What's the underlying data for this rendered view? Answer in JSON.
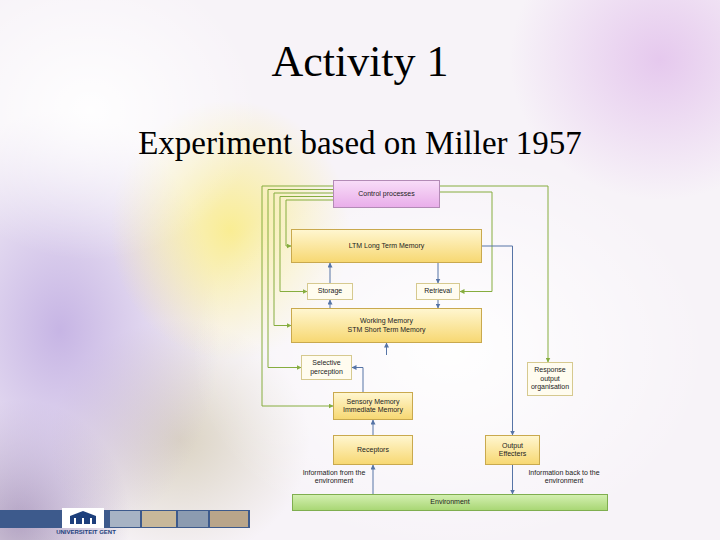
{
  "diagram": {
    "title": "Activity 1",
    "nodes": [
      {
        "text": [
          "Control processes"
        ]
      },
      {
        "text": [
          "LTM Long Term Memory"
        ]
      },
      {
        "text": [
          "Storage"
        ]
      },
      {
        "text": [
          "Retrieval"
        ]
      },
      {
        "text": [
          "Working Memory",
          "STM Short Term Memory"
        ]
      },
      {
        "text": [
          "Selective perception"
        ]
      },
      {
        "text": [
          "Response output organisation"
        ]
      },
      {
        "text": [
          "Sensory Memory",
          "Immediate Memory"
        ]
      },
      {
        "text": [
          "Receptors"
        ]
      },
      {
        "text": [
          "Output Effecters"
        ]
      },
      {
        "text": [
          "Environment"
        ]
      }
    ],
    "edges": [
      {
        "from": 0,
        "to": 7,
        "arrow": "to"
      },
      {
        "from": 0,
        "to": 5,
        "arrow": "to"
      },
      {
        "from": 0,
        "to": 4,
        "arrow": "to"
      },
      {
        "from": 0,
        "to": 2,
        "arrow": "to"
      },
      {
        "from": 0,
        "to": 1,
        "arrow": "to"
      },
      {
        "from": 0,
        "to": 3,
        "arrow": "to"
      },
      {
        "from": 0,
        "to": 6,
        "arrow": "to"
      },
      {
        "from": 10,
        "to": 8,
        "arrow": "to"
      },
      {
        "from": 8,
        "to": 7,
        "arrow": "to"
      },
      {
        "from": 7,
        "to": 5,
        "arrow": "to"
      },
      {
        "from": 5,
        "to": 4,
        "arrow": "to"
      },
      {
        "from": 4,
        "to": 2,
        "arrow": "to"
      },
      {
        "from": 2,
        "to": 1,
        "arrow": "to"
      },
      {
        "from": 1,
        "to": 3,
        "arrow": "to"
      },
      {
        "from": 3,
        "to": 4,
        "arrow": "to"
      },
      {
        "from": 1,
        "to": 9,
        "arrow": "to"
      },
      {
        "from": 9,
        "to": 10,
        "arrow": "to"
      }
    ],
    "labels": [
      "Experiment based on Miller 1957",
      "Information from the environment",
      "Information back to the environment",
      "UNIVERSITEIT GENT"
    ]
  }
}
